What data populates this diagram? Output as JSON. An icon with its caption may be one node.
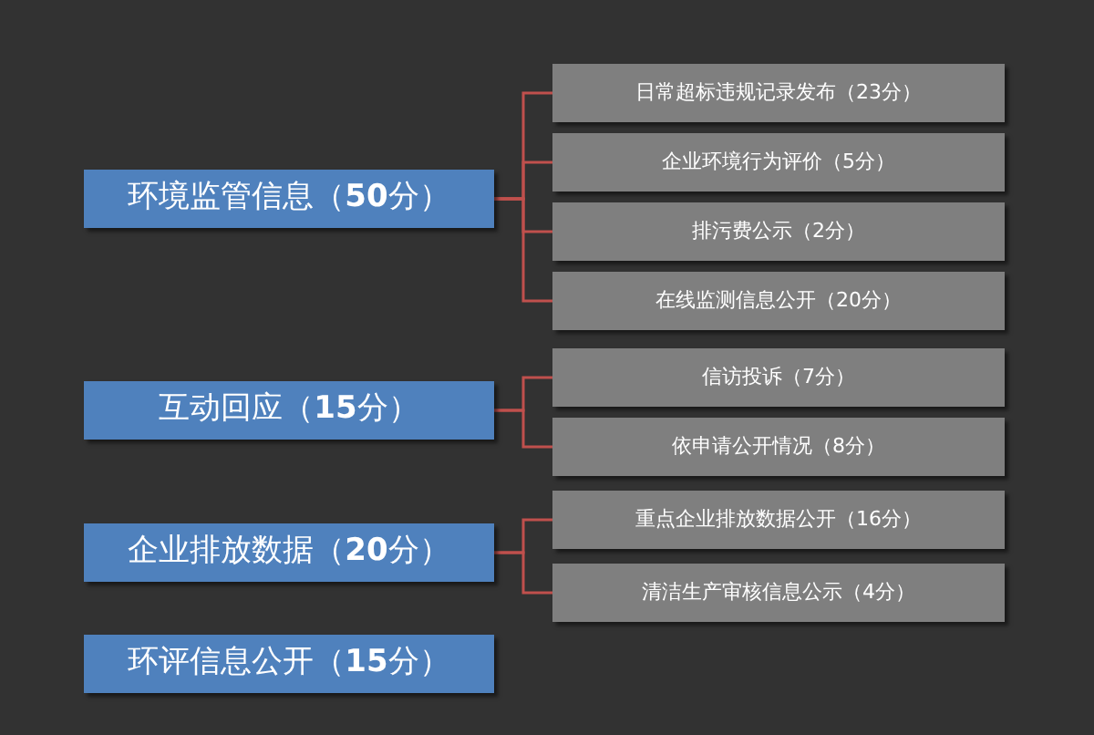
{
  "diagram": {
    "nodes": [
      {
        "text": [
          "环境监管信息（**50**分）"
        ]
      },
      {
        "text": [
          "日常超标违规记录发布（23分）"
        ]
      },
      {
        "text": [
          "企业环境行为评价（5分）"
        ]
      },
      {
        "text": [
          "排污费公示（2分）"
        ]
      },
      {
        "text": [
          "在线监测信息公开（20分）"
        ]
      },
      {
        "text": [
          "互动回应（**15**分）"
        ]
      },
      {
        "text": [
          "信访投诉（7分）"
        ]
      },
      {
        "text": [
          "依申请公开情况（8分）"
        ]
      },
      {
        "text": [
          "企业排放数据（**20**分）"
        ]
      },
      {
        "text": [
          "重点企业排放数据公开（16分）"
        ]
      },
      {
        "text": [
          "清洁生产审核信息公示（4分）"
        ]
      },
      {
        "text": [
          "环评信息公开（**15**分）"
        ]
      }
    ],
    "edges": [
      {
        "from": 0,
        "to": 1,
        "arrow": "none"
      },
      {
        "from": 0,
        "to": 2,
        "arrow": "none"
      },
      {
        "from": 0,
        "to": 3,
        "arrow": "none"
      },
      {
        "from": 0,
        "to": 4,
        "arrow": "none"
      },
      {
        "from": 5,
        "to": 6,
        "arrow": "none"
      },
      {
        "from": 5,
        "to": 7,
        "arrow": "none"
      },
      {
        "from": 8,
        "to": 9,
        "arrow": "none"
      },
      {
        "from": 8,
        "to": 10,
        "arrow": "none"
      }
    ]
  }
}
